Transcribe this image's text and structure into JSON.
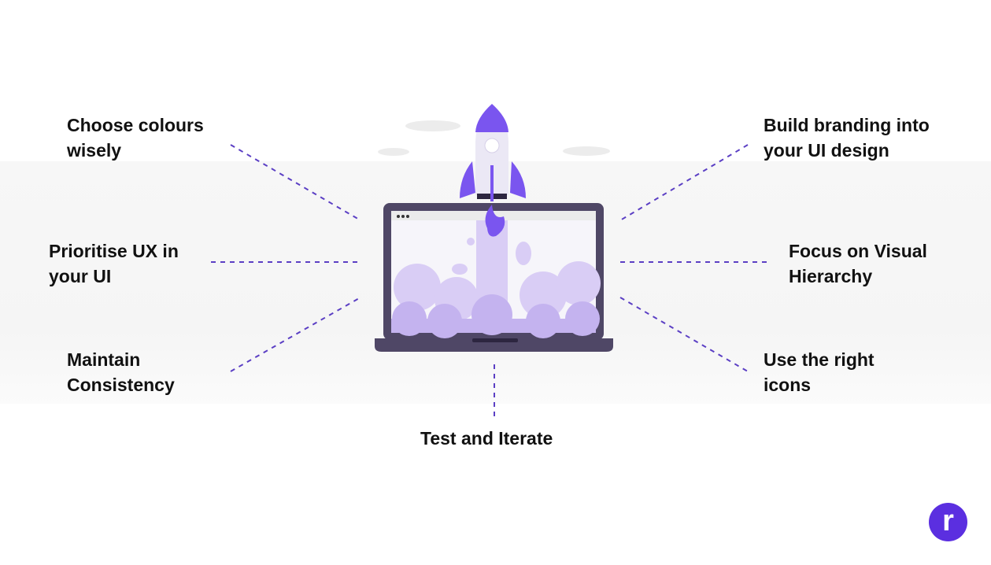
{
  "labels": {
    "choose_colours": "Choose colours\nwisely",
    "prioritise_ux": "Prioritise UX in\nyour UI",
    "maintain_consistency": "Maintain\nConsistency",
    "build_branding": "Build branding into\nyour UI design",
    "visual_hierarchy": "Focus on Visual\nHierarchy",
    "right_icons": "Use the right\nicons",
    "test_iterate": "Test and Iterate"
  },
  "logo": {
    "letter": "r"
  },
  "colors": {
    "accent": "#5b3fc4",
    "laptop": "#4f4766",
    "logo": "#5b2fe0"
  }
}
